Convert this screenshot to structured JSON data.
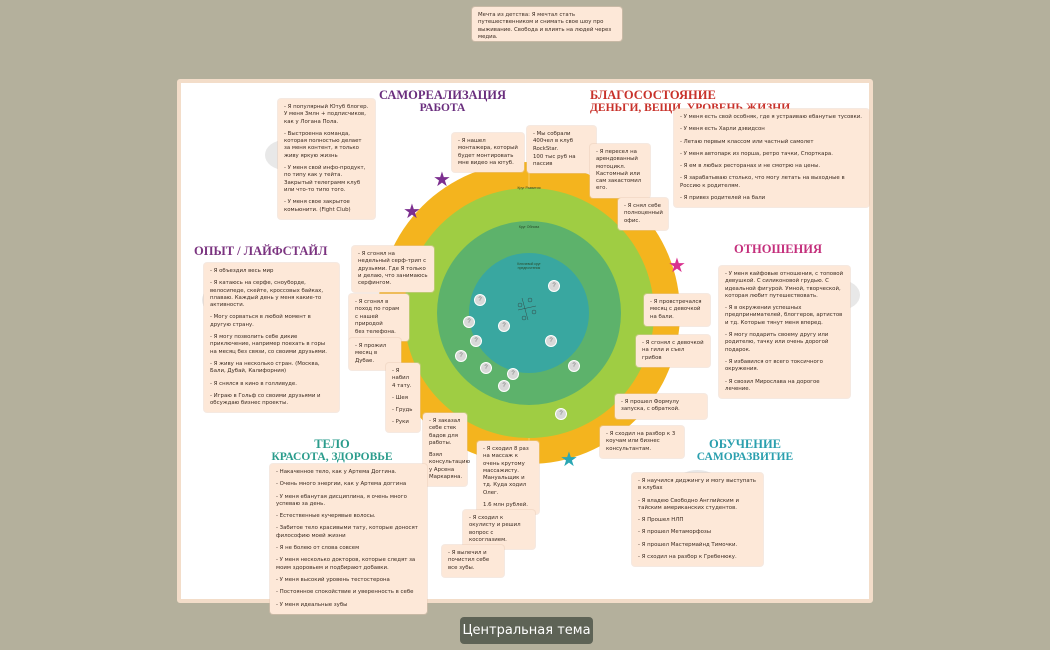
{
  "top_note": "Мечта из детства: Я мечтал стать путешественником и снимать свое шоу про выживание. Свобода и влиять на людей через медиа.",
  "central_button": "Центральная тема",
  "ring_labels": {
    "outer": "Круг Развития",
    "middle": "Круг Обнова",
    "inner": "Ключевой круг\nпредпочтения"
  },
  "titles": {
    "self_realization": {
      "l1": "САМОРЕАЛИЗАЦИЯ",
      "l2": "РАБОТА",
      "color": "#6a2e7e"
    },
    "wealth": {
      "l1": "БЛАГОСОСТОЯНИЕ",
      "l2": "ДЕНЬГИ, ВЕЩИ, УРОВЕНЬ ЖИЗНИ",
      "color": "#c8312a"
    },
    "experience": {
      "l1": "ОПЫТ / ЛАЙФСТАЙЛ",
      "color": "#7b3480"
    },
    "relations": {
      "l1": "ОТНОШЕНИЯ",
      "color": "#c42f7c"
    },
    "body": {
      "l1": "ТЕЛО",
      "l2": "КРАСОТА, ЗДОРОВЬЕ",
      "color": "#2a9c8c"
    },
    "learning": {
      "l1": "ОБУЧЕНИЕ",
      "l2": "САМОРАЗВИТИЕ",
      "color": "#2a9fae"
    }
  },
  "notes": {
    "self_realization": [
      "- Я популярный Ютуб блогер. У меня 3млн + подписчиков, как у Логана Пола.",
      "- Выстроенна команда, которая полностью делает за меня контент, я только живу яркую жизнь",
      "- У меня свой инфо-продукт, по типу как у тейта. Закрытый телеграмм клуб или что-то типо того.",
      "- У меня свое закрытое комьюнити. (Fight Club)"
    ],
    "montage": [
      "- Я нашел монтажера, который будет монтировать мне видео на ютуб."
    ],
    "rockstar": [
      "- Мы собрали 400чел в клуб RockStar.",
      "100 тыс руб на пассив"
    ],
    "moto": [
      "- Я пересел на арендованный мотоцикл. Кастомный или сам закастомил его."
    ],
    "office": [
      "- Я снял себе полноценный офис."
    ],
    "wealth": [
      "- У меня есть свой особняк, где я устраиваю ебанутые тусовки.",
      "- У меня есть Харли дэвидсон",
      "- Летаю первым классом или частный самолет",
      "- У меня автопарк из порша, ретро тачки, Спорткара.",
      "- Я ем в любых ресторанах и не смотрю на цены.",
      "- Я зарабатываю столько, что могу летать на выходные в Россию к родителям.",
      "- Я привез родителей на бали"
    ],
    "experience": [
      "- Я объездил весь мир",
      "- Я катаюсь на серфе, сноуборде, велосипеде, скейте, кроссовых байках, плаваю. Каждый день у меня какие-то активности.",
      "- Могу сорваться в любой момент в другую страну.",
      "- Я могу позволить себе дикие приключение, например поехать в горы на месяц без связи, со своими друзьями.",
      "- Я живу на несколько стран. (Москва, Бали, Дубай, Калифорния)",
      "- Я снялся в кино в голливуде.",
      "- Играю в Гольф со своими друзьями и обсуждаю бизнес проекты."
    ],
    "surf": [
      "- Я сгонял на недельный серф-трип с друзьями. Где Я только и делаю, что занимаюсь серфингом."
    ],
    "hike": [
      "- Я сгонял в поход по горам с нашей природой",
      "без телефона."
    ],
    "dubai": [
      "- Я прожил месяц в Дубае."
    ],
    "tattoo": [
      "- Я набил 4 тату.",
      "- Шея",
      "- Грудь",
      "- Руки"
    ],
    "relations": [
      "- У меня кайфовые отношения, с топовой девушкой. С силиконовой грудью. С идеальной фигурой. Умной, творческой, которая любит путешествовать.",
      "- Я в окружении успешных предпринимателей, блоггеров, артистов и тд. Которые тянут меня вперед.",
      "- Я могу подарить своему другу или родителю, тачку или очень дорогой подарок.",
      "- Я избавился от всего токсичного окружения.",
      "- Я свозил Мирослава на дорогое лечение."
    ],
    "girl_bali": [
      "- Я провстречался месяц с девочкой на бали."
    ],
    "girl_gili": [
      "- Я сгонял с девочкой на гили и съел грибов"
    ],
    "formula": [
      "- Я прошел Формулу запуска, с обраткой."
    ],
    "coaches": [
      "- Я сходил на разбор к 3 коучам или бизнес консультантам."
    ],
    "badge": [
      "- Я заказал себе стек бадов для работы.",
      "Взял консультацию у Арсена Маркаряна."
    ],
    "massage": [
      "- Я сходил 8 раз на массаж к очень крутому массажисту. Мануальщик и тд. Куда ходил Олег.",
      "1.6 млн рублей."
    ],
    "osteo": [
      "- Я сходил к окулисту и решил вопрос с косоглазием."
    ],
    "teeth": [
      "- Я вылечил и почистил себе все зубы."
    ],
    "body": [
      "- Накаченное тело, как у Артема Доггина.",
      "- Очень много энергии, как у Артема доггина",
      "- У меня ебанутая дисциплина, я очень много успеваю за день.",
      "- Естественные кучерявые волосы.",
      "- Забитое тело красивыми тату, которые доносят философию моей жизни",
      "- Я не болею от слова совсем",
      "- У меня несколько докторов, которые следят за моим здоровьем и подбирают добавки.",
      "- У меня высокий уровень тестостерона",
      "- Постоянное спокойствие и уверенность в себе",
      "- У меня идеальные зубы"
    ],
    "learning": [
      "- Я научился диджингу и могу выступать в клубах",
      "- Я владею Свободно Английским и тайским американских студентов.",
      "- Я Прошел НЛП",
      "- Я прошел Метаморфозы",
      "- Я прошел Мастермайнд Тимочки.",
      "- Я сходил на разбор к Гребенюку."
    ]
  },
  "colors": {
    "outer_ring": "#f4b41e",
    "mid_ring": "#9fcd43",
    "inner_ring": "#5db26b",
    "core": "#39a7a0",
    "star_purple": "#7c2f8f",
    "star_red": "#e5303a",
    "star_pink": "#d9318f",
    "star_teal": "#2aa7b4"
  }
}
